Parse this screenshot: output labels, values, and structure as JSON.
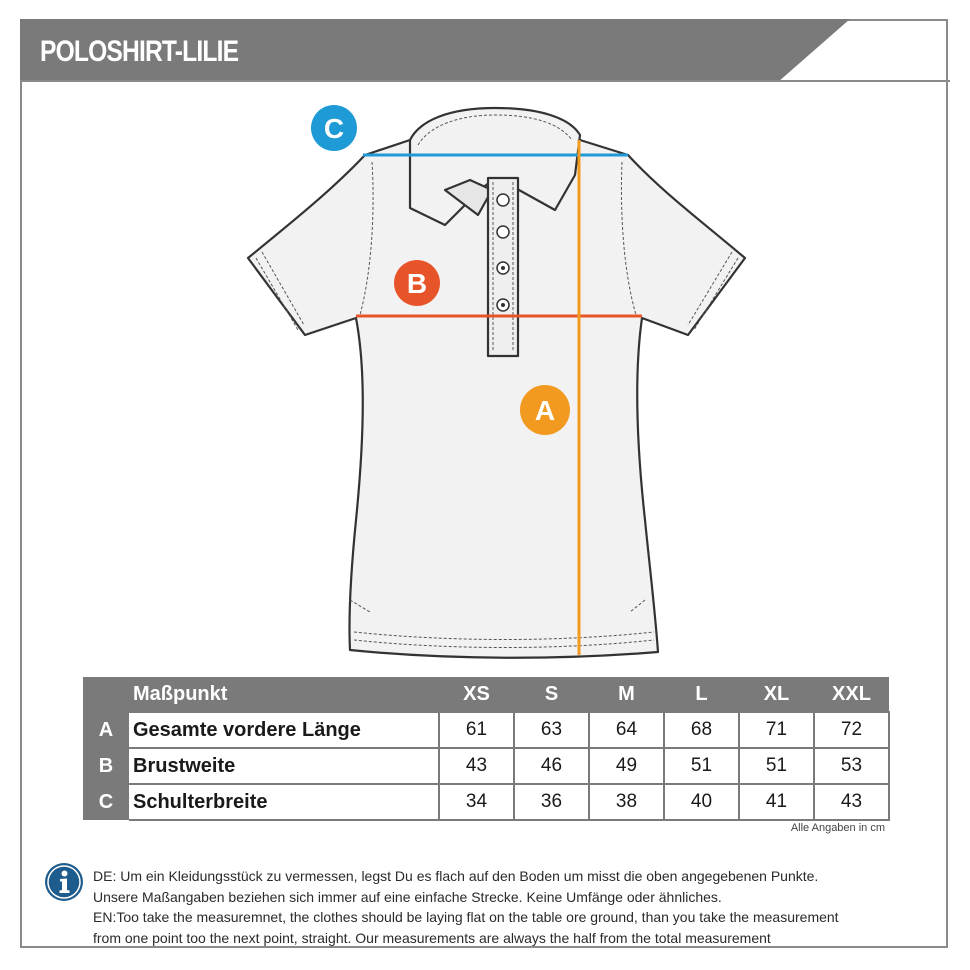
{
  "header": {
    "title": "POLOSHIRT-LILIE"
  },
  "badges": {
    "a": {
      "letter": "A",
      "color": "#f29a1f"
    },
    "b": {
      "letter": "B",
      "color": "#e8542a"
    },
    "c": {
      "letter": "C",
      "color": "#1e9ad6"
    }
  },
  "colors": {
    "header_band": "#7a7a7a",
    "table_header": "#7a7a7a",
    "measure_a": "#f29a1f",
    "measure_b": "#e8542a",
    "measure_c": "#1e9ad6",
    "info_icon": "#1d5c8c"
  },
  "table": {
    "label_header": "Maßpunkt",
    "sizes": [
      "XS",
      "S",
      "M",
      "L",
      "XL",
      "XXL"
    ],
    "rows": [
      {
        "key": "A",
        "label": "Gesamte vordere Länge",
        "values": [
          "61",
          "63",
          "64",
          "68",
          "71",
          "72"
        ]
      },
      {
        "key": "B",
        "label": "Brustweite",
        "values": [
          "43",
          "46",
          "49",
          "51",
          "51",
          "53"
        ]
      },
      {
        "key": "C",
        "label": "Schulterbreite",
        "values": [
          "34",
          "36",
          "38",
          "40",
          "41",
          "43"
        ]
      }
    ],
    "unit_note": "Alle Angaben in cm"
  },
  "info": {
    "icon": "info-icon",
    "lines": [
      "DE: Um ein Kleidungsstück zu vermessen, legst Du es flach auf den Boden um misst die oben angegebenen Punkte.",
      "Unsere Maßangaben beziehen sich immer auf eine einfache Strecke. Keine Umfänge oder ähnliches.",
      "EN:Too take the measuremnet, the clothes should be laying flat on the table ore ground, than you take the measurement",
      "from one point too the next point, straight. Our measurements are always the half from the total measurement"
    ]
  }
}
